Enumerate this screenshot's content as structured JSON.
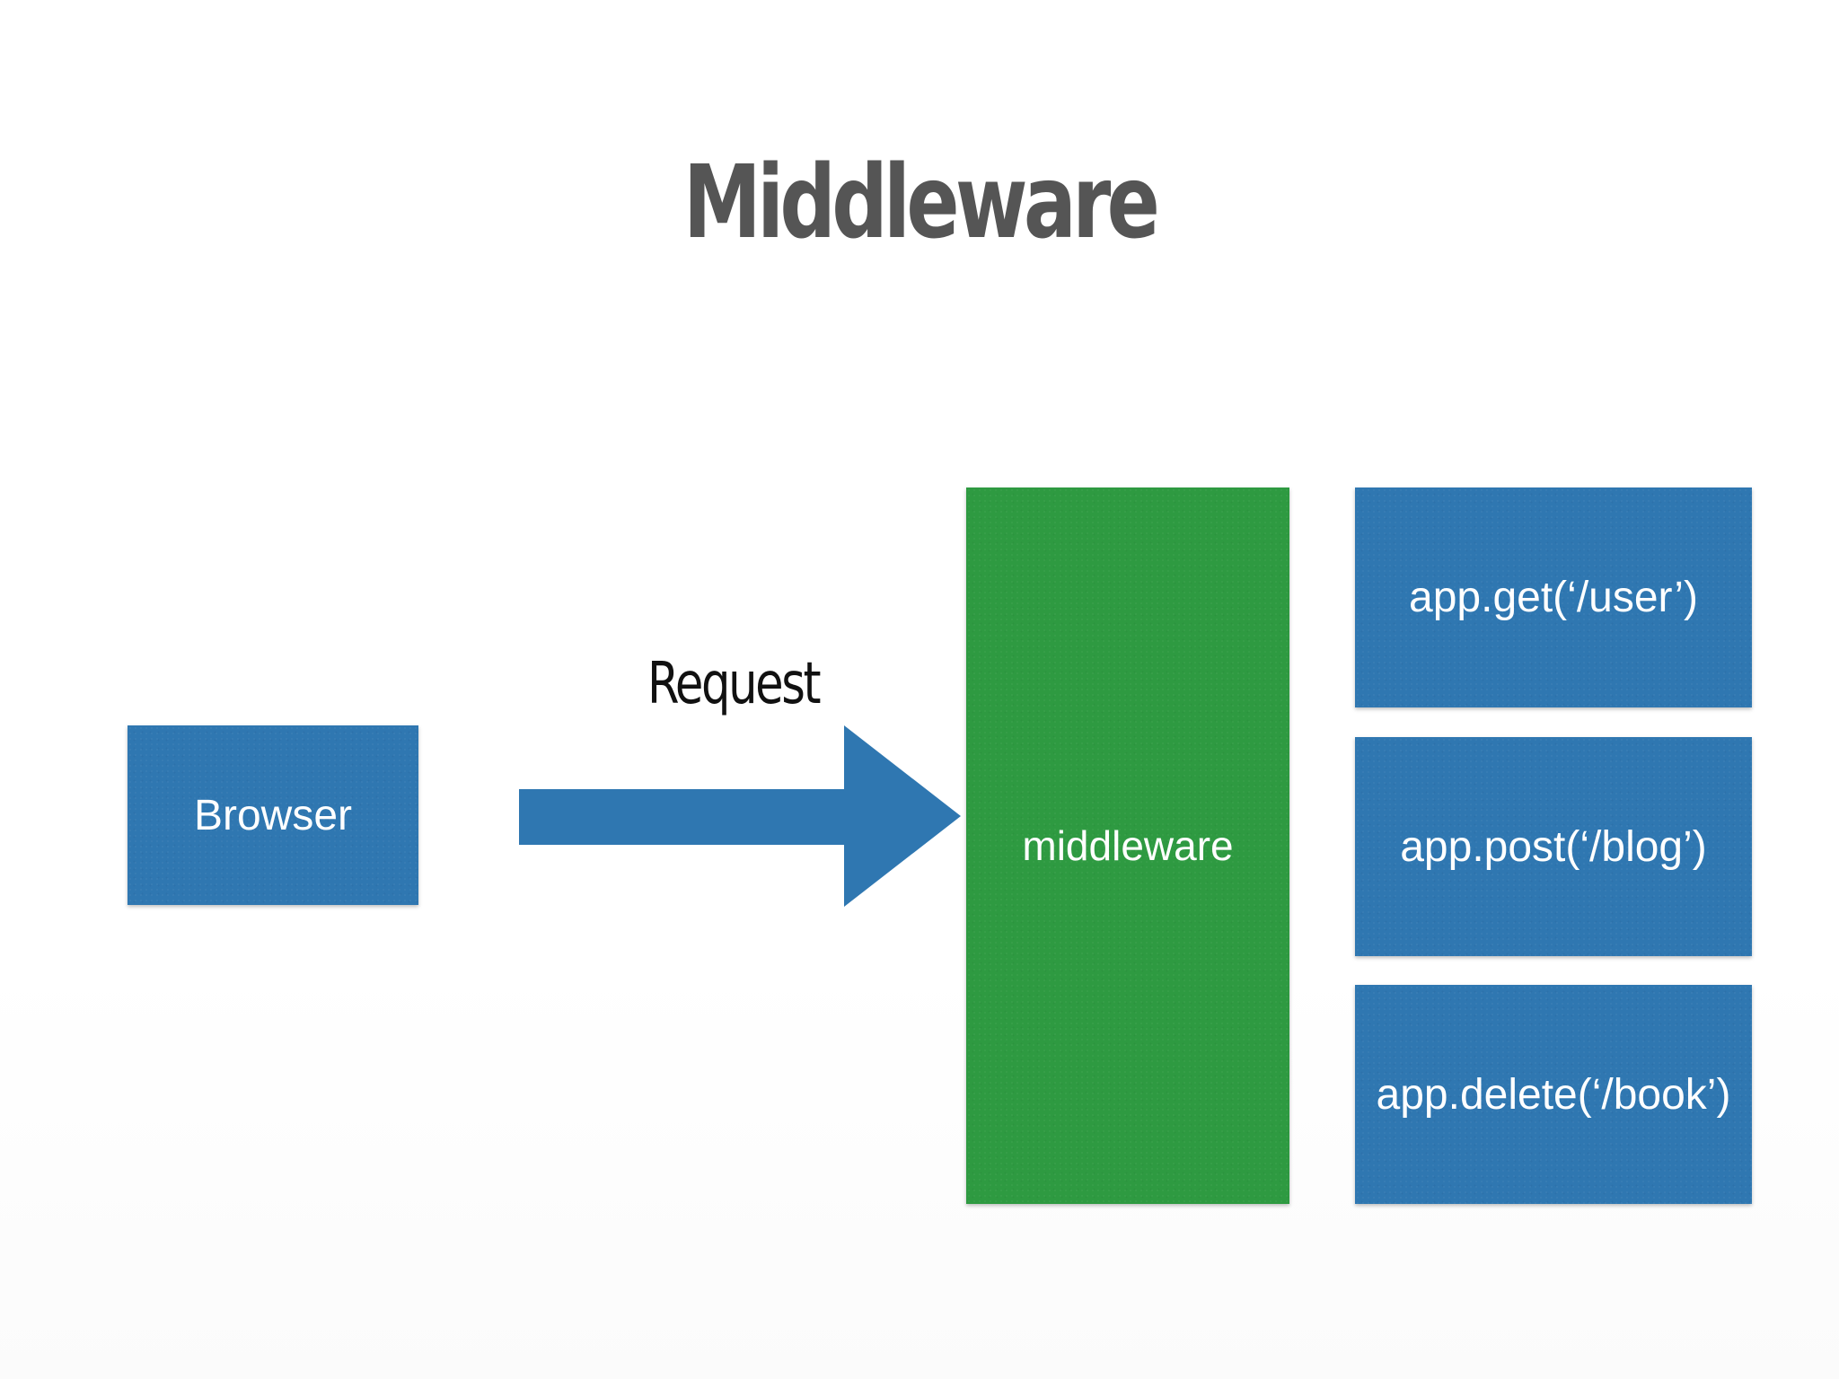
{
  "title": "Middleware",
  "arrow": {
    "label": "Request"
  },
  "nodes": {
    "browser": "Browser",
    "middleware": "middleware",
    "routes": [
      "app.get(‘/user’)",
      "app.post(‘/blog’)",
      "app.delete(‘/book’)"
    ]
  },
  "colors": {
    "title": "#555555",
    "box_blue": "#2f77b1",
    "box_green": "#2e9a41",
    "arrow": "#2f77b1",
    "box_text": "#ffffff",
    "label_text": "#111111"
  }
}
